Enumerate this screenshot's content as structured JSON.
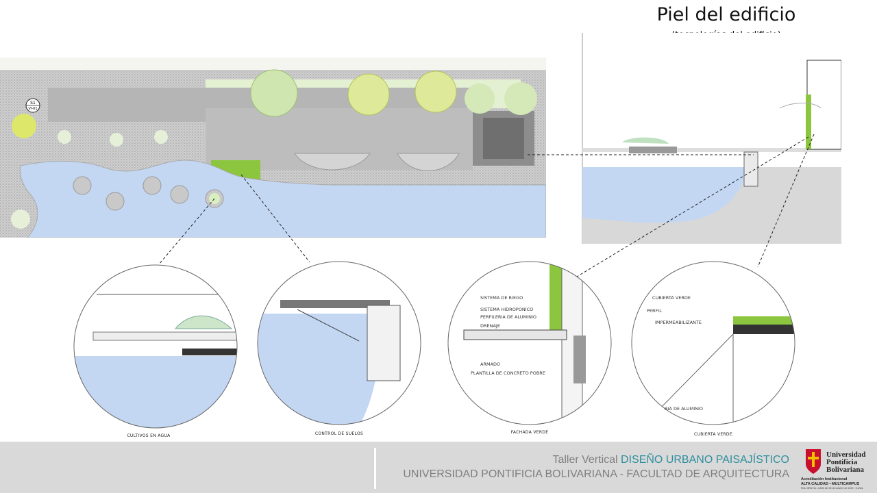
{
  "header": {
    "title": "Piel del edificio",
    "subtitle": "(tecnologías del edificio)"
  },
  "plan": {
    "marker_line1": "S1",
    "marker_line2": "VI-01"
  },
  "details": [
    {
      "caption": "CULTIVOS EN AGUA",
      "labels": []
    },
    {
      "caption": "CONTROL DE SUELOS",
      "labels": []
    },
    {
      "caption": "FACHADA VERDE",
      "labels": [
        "SISTEMA DE RIEGO",
        "SISTEMA HIDROPONICO",
        "PERFILERIA DE ALUMINIO",
        "DRENAJE",
        "ARMADO",
        "PLANTILLA DE CONCRETO POBRE"
      ]
    },
    {
      "caption": "CUBIERTA VERDE",
      "labels": [
        "CUBIERTA VERDE",
        "PERFIL",
        "IMPERMEABILIZANTE",
        "RIA DE ALUMINIO"
      ]
    }
  ],
  "footer": {
    "line1_prefix": "Taller Vertical ",
    "line1_accent": "DISEÑO URBANO PAISAJÍSTICO",
    "line2": "UNIVERSIDAD PONTIFICIA BOLIVARIANA - FACULTAD DE ARQUITECTURA"
  },
  "logo": {
    "name_line1": "Universidad",
    "name_line2": "Pontificia",
    "name_line3": "Bolivariana",
    "accreditation_line1": "Acreditación Institucional",
    "accreditation_line2": "ALTA CALIDAD • MULTICAMPUS",
    "small_print": "Res. MEN No. 11530 del 25 de octubre de 2023 · 8 años"
  },
  "colors": {
    "water": "#c3d7f3",
    "footer_bg": "#d9d9d9",
    "accent": "#2f8f9d",
    "footer_text": "#7f7f7f",
    "green": "#8cc63f"
  }
}
